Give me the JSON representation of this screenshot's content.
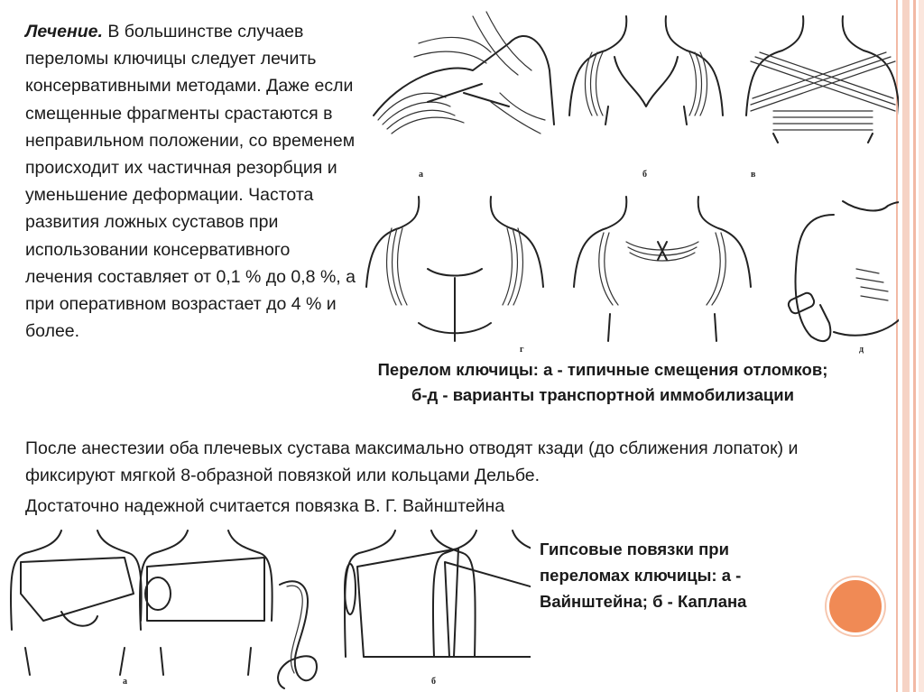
{
  "intro": {
    "lead": "Лечение.",
    "text": " В большинстве случаев переломы ключицы следует лечить консервативными методами. Даже если смещенные фрагменты срастаются в неправильном положении, со временем происходит их частичная резорбция и уменьшение деформации. Частота развития ложных суставов при использовании консервативного лечения составляет от 0,1 % до 0,8 %, а при оперативном возрастает до 4 % и более."
  },
  "figure_top": {
    "caption": "Перелом ключицы: а - типичные смещения отломков; б-д - варианты транспортной иммобилизации",
    "labels": [
      "а",
      "б",
      "в",
      "г",
      "д"
    ]
  },
  "paragraph2": "После анестезии оба плечевых сустава максимально отводят кзади (до сближения лопаток) и фиксируют мягкой 8-образной повязкой или кольцами Дельбе.",
  "paragraph3": "Достаточно надежной считается повязка В. Г. Вайнштейна",
  "figure_bottom": {
    "caption": "Гипсовые повязки при переломах ключицы: а - Вайнштейна; б - Каплана",
    "labels": [
      "а",
      "б"
    ]
  },
  "colors": {
    "accent": "#f08a55",
    "rail": "#f2b9a5"
  }
}
